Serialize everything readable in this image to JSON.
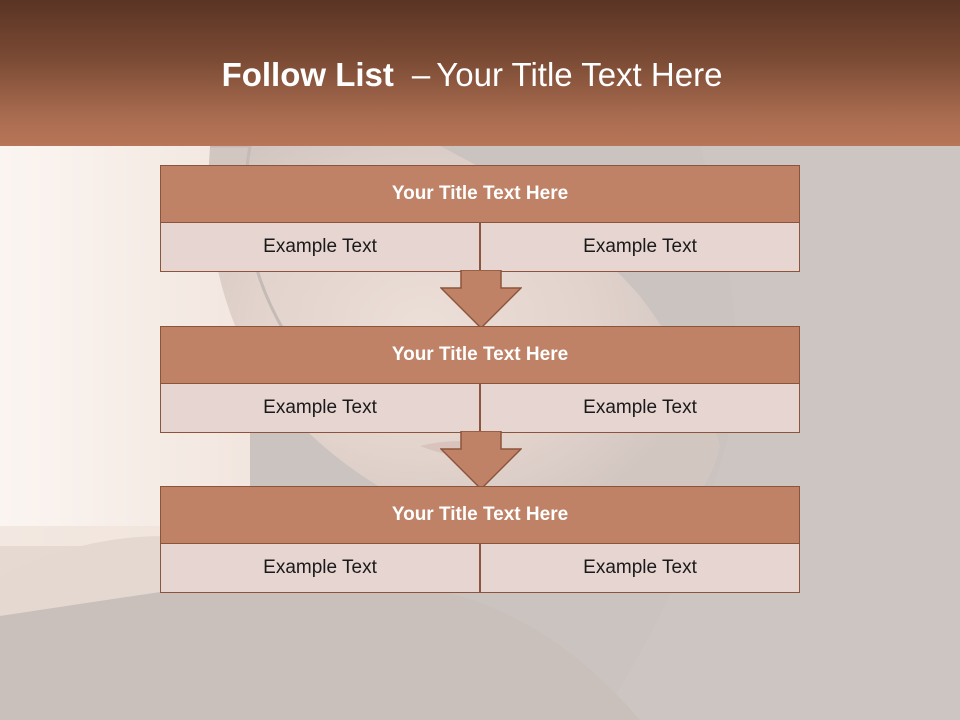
{
  "slide": {
    "title_bold": "Follow List",
    "title_separator": "–",
    "title_rest": "Your Title Text Here"
  },
  "flow": {
    "boxes": [
      {
        "title": "Your Title Text Here",
        "left": "Example Text",
        "right": "Example Text"
      },
      {
        "title": "Your Title Text Here",
        "left": "Example Text",
        "right": "Example Text"
      },
      {
        "title": "Your Title Text Here",
        "left": "Example Text",
        "right": "Example Text"
      }
    ]
  },
  "colors": {
    "header_dark": "#5a3424",
    "header_light": "#b87558",
    "box_title": "#bf8266",
    "box_cell": "#e6d5d0",
    "border": "#8d543c"
  },
  "icons": {
    "connector": "arrow-down-icon"
  }
}
